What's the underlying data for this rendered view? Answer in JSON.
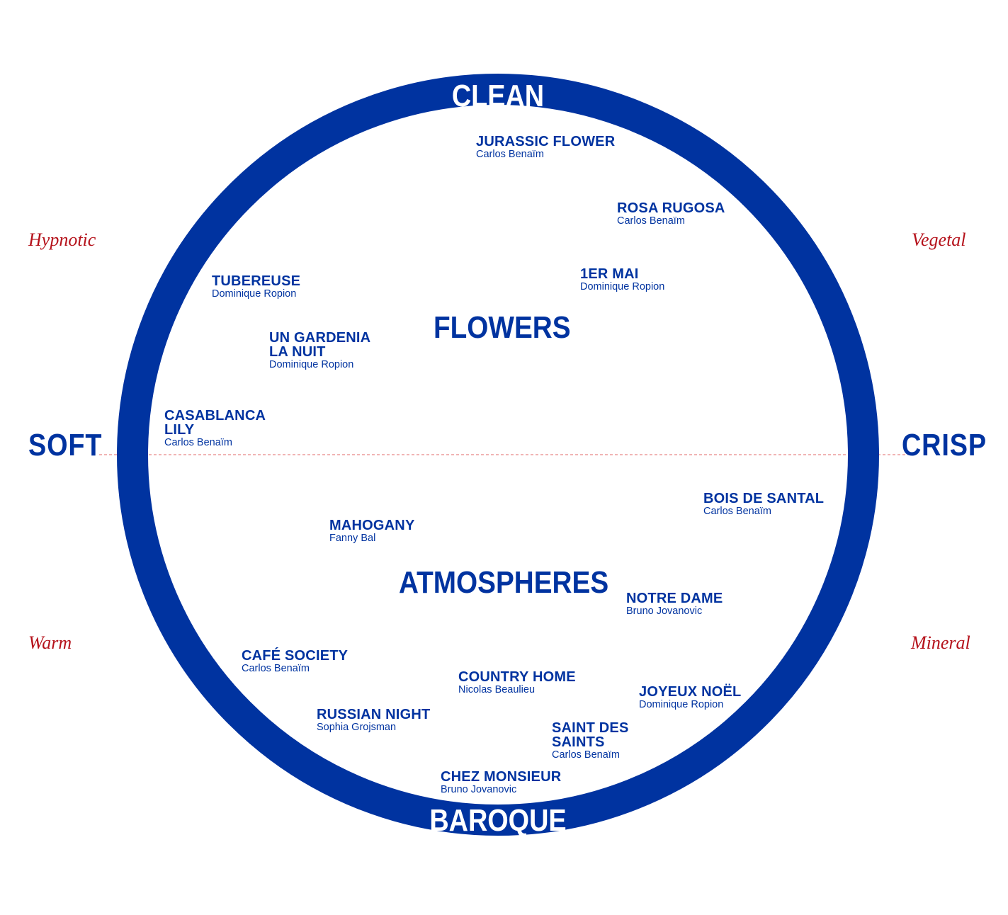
{
  "axes": {
    "top": "CLEAN",
    "bottom": "BAROQUE",
    "left": "SOFT",
    "right": "CRISP"
  },
  "corners": {
    "top_left": "Hypnotic",
    "top_right": "Vegetal",
    "bottom_left": "Warm",
    "bottom_right": "Mineral"
  },
  "categories": {
    "upper": "FLOWERS",
    "lower": "ATMOSPHERES"
  },
  "colors": {
    "ring": "#0033a0",
    "text": "#0033a0",
    "accent": "#b5121b",
    "divider": "#e06a6a"
  },
  "fragrances": [
    {
      "name": "JURASSIC FLOWER",
      "perfumer": "Carlos Benaïm"
    },
    {
      "name": "ROSA RUGOSA",
      "perfumer": "Carlos Benaïm"
    },
    {
      "name": "1ER MAI",
      "perfumer": "Dominique Ropion"
    },
    {
      "name": "TUBEREUSE",
      "perfumer": "Dominique Ropion"
    },
    {
      "name": "UN GARDENIA\nLA NUIT",
      "perfumer": "Dominique Ropion"
    },
    {
      "name": "CASABLANCA\nLILY",
      "perfumer": "Carlos Benaïm"
    },
    {
      "name": "BOIS DE SANTAL",
      "perfumer": "Carlos Benaïm"
    },
    {
      "name": "MAHOGANY",
      "perfumer": "Fanny Bal"
    },
    {
      "name": "NOTRE DAME",
      "perfumer": "Bruno Jovanovic"
    },
    {
      "name": "CAFÉ SOCIETY",
      "perfumer": "Carlos Benaïm"
    },
    {
      "name": "COUNTRY HOME",
      "perfumer": "Nicolas Beaulieu"
    },
    {
      "name": "JOYEUX NOËL",
      "perfumer": "Dominique Ropion"
    },
    {
      "name": "RUSSIAN NIGHT",
      "perfumer": "Sophia Grojsman"
    },
    {
      "name": "SAINT DES\nSAINTS",
      "perfumer": "Carlos Benaïm"
    },
    {
      "name": "CHEZ MONSIEUR",
      "perfumer": "Bruno Jovanovic"
    }
  ]
}
